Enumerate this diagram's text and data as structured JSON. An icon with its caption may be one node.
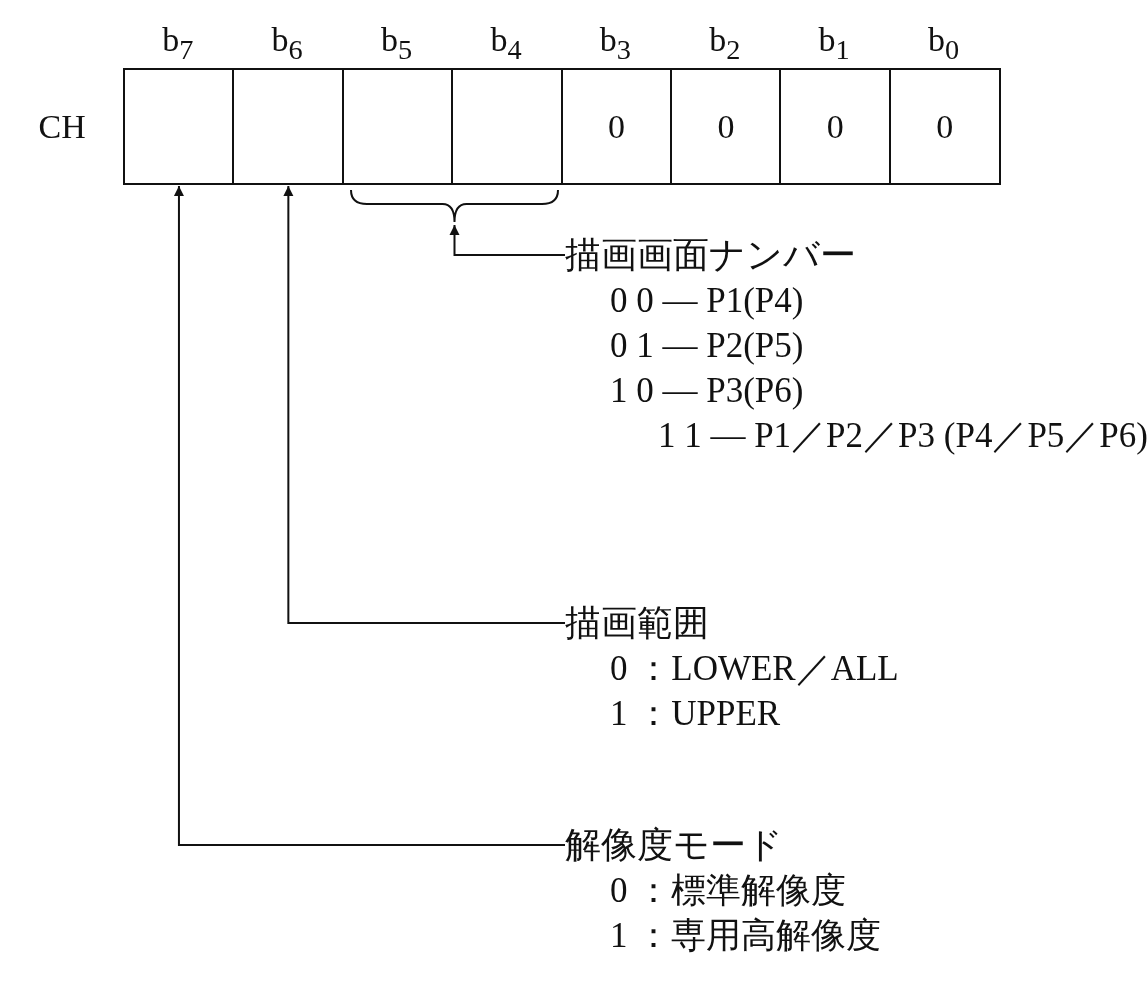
{
  "diagram": {
    "nodes": [
      {
        "text": [],
        "shape": "box"
      },
      {
        "text": [],
        "shape": "box"
      },
      {
        "text": [],
        "shape": "box"
      },
      {
        "text": [],
        "shape": "box"
      },
      {
        "text": [
          "0"
        ]
      },
      {
        "text": [
          "0"
        ]
      },
      {
        "text": [
          "0"
        ]
      },
      {
        "text": [
          "0"
        ]
      },
      {
        "text": [],
        "shape": "brace"
      },
      {
        "text": [
          "描画画面ナンバー",
          "0 0 — P1(P4)",
          "0 1 — P2(P5)",
          "1 0 — P3(P6)",
          "1 1 — P1／P2／P3 (P4／P5／P6)"
        ]
      },
      {
        "text": [
          "描画範囲",
          "0 ：LOWER／ALL",
          "1 ：UPPER"
        ]
      },
      {
        "text": [
          "解像度モード",
          "0 ：標準解像度",
          "1 ：専用高解像度"
        ]
      }
    ],
    "edges": [
      {
        "from": 9,
        "to": 8,
        "arrow": "to"
      },
      {
        "from": 10,
        "to": 1,
        "arrow": "to"
      },
      {
        "from": 11,
        "to": 0,
        "arrow": "to"
      }
    ],
    "labels": [
      "b$_{7}$",
      "b$_{6}$",
      "b$_{5}$",
      "b$_{4}$",
      "b$_{3}$",
      "b$_{2}$",
      "b$_{1}$",
      "b$_{0}$",
      "CH"
    ]
  }
}
